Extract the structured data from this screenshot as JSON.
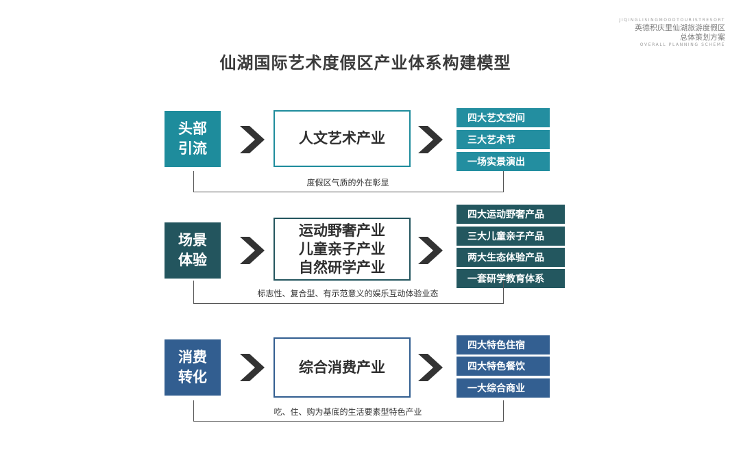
{
  "brand": {
    "top_small": "JIQINGLISINGMOODTOURISTRESORT",
    "line1": "英德积庆里仙湖旅游度假区",
    "line2": "总体策划方案",
    "bottom_small": "OVERALL PLANNING SCHEME"
  },
  "title": "仙湖国际艺术度假区产业体系构建模型",
  "rows": [
    {
      "tag": [
        "头部",
        "引流"
      ],
      "center": [
        "人文艺术产业"
      ],
      "items": [
        "四大艺文空间",
        "三大艺术节",
        "一场实景演出"
      ],
      "caption": "度假区气质的外在彰显"
    },
    {
      "tag": [
        "场景",
        "体验"
      ],
      "center": [
        "运动野奢产业",
        "儿童亲子产业",
        "自然研学产业"
      ],
      "items": [
        "四大运动野奢产品",
        "三大儿童亲子产品",
        "两大生态体验产品",
        "一套研学教育体系"
      ],
      "caption": "标志性、复合型、有示范意义的娱乐互动体验业态"
    },
    {
      "tag": [
        "消费",
        "转化"
      ],
      "center": [
        "综合消费产业"
      ],
      "items": [
        "四大特色住宿",
        "四大特色餐饮",
        "一大综合商业"
      ],
      "caption": "吃、住、购为基底的生活要素型特色产业"
    }
  ],
  "colors": {
    "teal": "#1e8c9c",
    "dark_teal": "#23555e",
    "blue": "#325e90",
    "chevron": "#333333"
  }
}
